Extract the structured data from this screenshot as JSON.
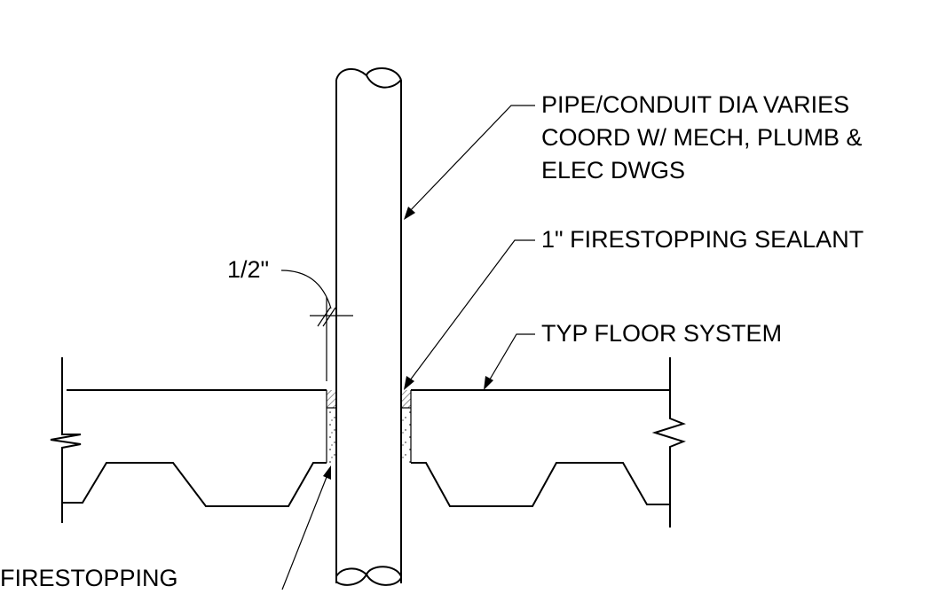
{
  "labels": {
    "pipe_line1": "PIPE/CONDUIT DIA VARIES",
    "pipe_line2": "COORD W/ MECH, PLUMB &",
    "pipe_line3": "ELEC DWGS",
    "sealant": "1\" FIRESTOPPING SEALANT",
    "floor": "TYP FLOOR SYSTEM",
    "dimension": "1/2\"",
    "firestopping": "FIRESTOPPING"
  }
}
